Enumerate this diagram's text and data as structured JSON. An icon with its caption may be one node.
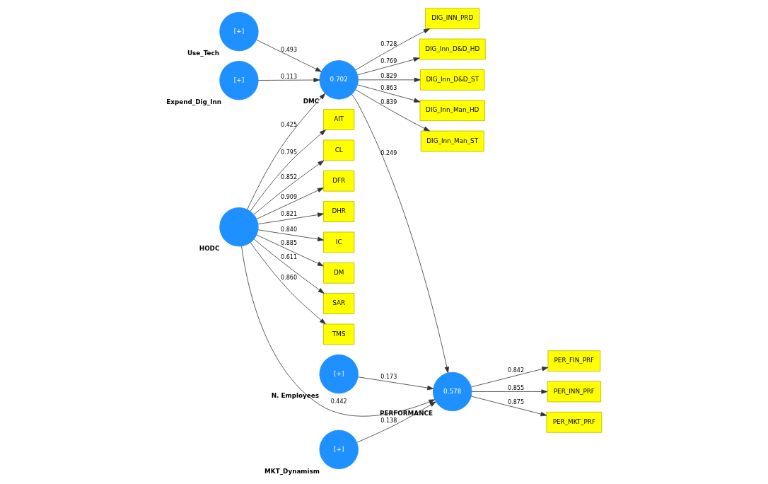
{
  "diagram": {
    "nodes": [
      {
        "text": [
          "DIG_Inn_D&D_HD"
        ]
      },
      {
        "text": [
          "DIG_Inn_D&D_ST"
        ]
      },
      {
        "text": [
          "DIG_Inn_Man_HD"
        ]
      },
      {
        "text": [
          "DIG_Inn_Man_ST"
        ]
      },
      {
        "text": [
          "DIG_INN_PRD"
        ]
      },
      {
        "text": [
          "[+]",
          "Use_Tech"
        ]
      },
      {
        "text": [
          "0.702",
          "DMC"
        ]
      },
      {
        "text": [
          "[+]",
          "Expend_Dig_Inn"
        ]
      },
      {
        "text": [
          "AIT"
        ]
      },
      {
        "text": [
          "CL"
        ]
      },
      {
        "text": [
          "DFR"
        ]
      },
      {
        "text": [
          "DHR"
        ]
      },
      {
        "text": [
          "IC"
        ]
      },
      {
        "text": [
          "DM"
        ]
      },
      {
        "text": [
          "SAR"
        ]
      },
      {
        "text": [
          "TMS"
        ]
      },
      {
        "text": [
          "HODC"
        ]
      },
      {
        "text": [
          "PER_FIN_PRF"
        ]
      },
      {
        "text": [
          "0.578",
          "PERFORMANCE"
        ]
      },
      {
        "text": [
          "PER_INN_PRF"
        ]
      },
      {
        "text": [
          "PER_MKT_PRF"
        ]
      },
      {
        "text": [
          "[+]",
          "N. Employees"
        ]
      },
      {
        "text": [
          "[+]",
          "MKT_Dynamism"
        ]
      }
    ],
    "edges": [
      {
        "from": 6,
        "to": 0,
        "arrow": "to",
        "label": "0.769"
      },
      {
        "from": 6,
        "to": 1,
        "arrow": "to",
        "label": "0.829"
      },
      {
        "from": 6,
        "to": 2,
        "arrow": "to",
        "label": "0.863"
      },
      {
        "from": 6,
        "to": 3,
        "arrow": "to",
        "label": "0.839"
      },
      {
        "from": 6,
        "to": 4,
        "arrow": "to",
        "label": "0.728"
      },
      {
        "from": 5,
        "to": 6,
        "arrow": "to",
        "label": "0.493"
      },
      {
        "from": 7,
        "to": 6,
        "arrow": "to",
        "label": "0.113"
      },
      {
        "from": 16,
        "to": 8,
        "arrow": "to",
        "label": "0.795"
      },
      {
        "from": 16,
        "to": 9,
        "arrow": "to",
        "label": "0.852"
      },
      {
        "from": 16,
        "to": 10,
        "arrow": "to",
        "label": "0.909"
      },
      {
        "from": 16,
        "to": 11,
        "arrow": "to",
        "label": "0.821"
      },
      {
        "from": 16,
        "to": 12,
        "arrow": "to",
        "label": "0.840"
      },
      {
        "from": 16,
        "to": 13,
        "arrow": "to",
        "label": "0.885"
      },
      {
        "from": 16,
        "to": 14,
        "arrow": "to",
        "label": "0.611"
      },
      {
        "from": 16,
        "to": 15,
        "arrow": "to",
        "label": "0.860"
      },
      {
        "from": 16,
        "to": 6,
        "arrow": "to",
        "label": "0.425"
      },
      {
        "from": 6,
        "to": 18,
        "arrow": "to",
        "label": "0.249"
      },
      {
        "from": 16,
        "to": 18,
        "arrow": "to",
        "label": "0.442"
      },
      {
        "from": 18,
        "to": 17,
        "arrow": "to",
        "label": "0.842"
      },
      {
        "from": 18,
        "to": 19,
        "arrow": "to",
        "label": "0.855"
      },
      {
        "from": 18,
        "to": 20,
        "arrow": "to",
        "label": "0.875"
      },
      {
        "from": 21,
        "to": 18,
        "arrow": "to",
        "label": "0.173"
      },
      {
        "from": 22,
        "to": 18,
        "arrow": "to",
        "label": "0.138"
      }
    ]
  }
}
